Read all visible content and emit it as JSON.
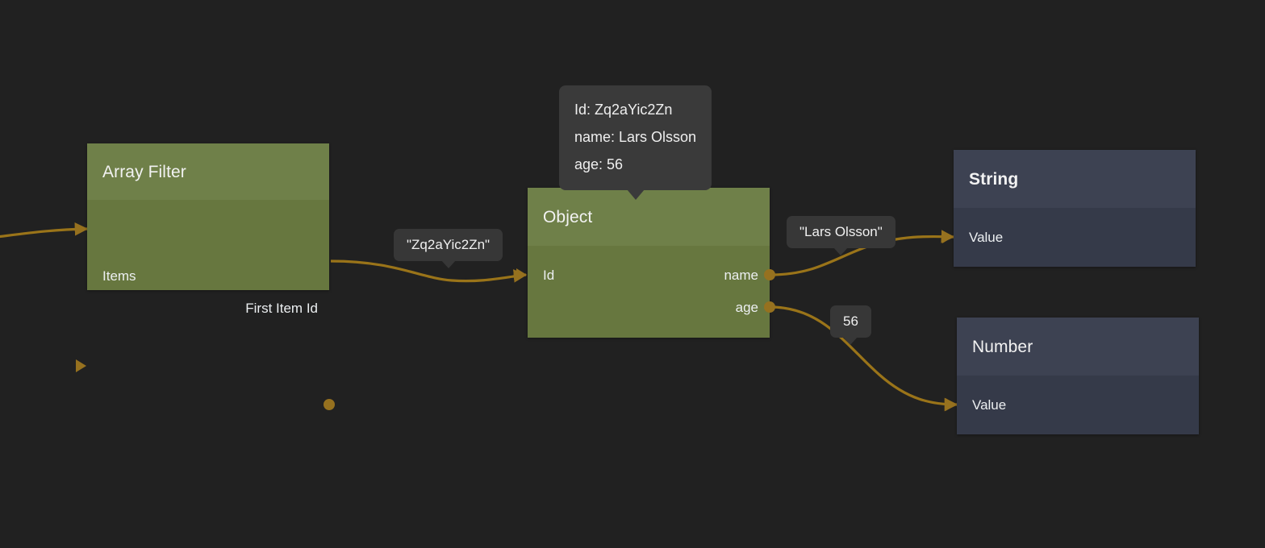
{
  "canvas": {
    "background_color": "#212121",
    "edge_color": "#9a7419",
    "socket_color": "#96711f"
  },
  "nodes": [
    {
      "id": "array-filter",
      "title": "Array Filter",
      "kind": "green",
      "inputs": [
        {
          "label": "Items"
        }
      ],
      "outputs": [
        {
          "label": "First Item Id"
        }
      ],
      "header_color": "#6f8049",
      "body_color": "#67773f"
    },
    {
      "id": "object",
      "title": "Object",
      "kind": "green",
      "inputs": [
        {
          "label": "Id"
        }
      ],
      "outputs": [
        {
          "label": "name"
        },
        {
          "label": "age"
        }
      ],
      "header_color": "#6f8049",
      "body_color": "#67773f"
    },
    {
      "id": "string",
      "title": "String",
      "kind": "dark",
      "inputs": [
        {
          "label": "Value"
        }
      ],
      "outputs": [],
      "header_color": "#3d4252",
      "body_color": "#353a49"
    },
    {
      "id": "number",
      "title": "Number",
      "kind": "dark",
      "inputs": [
        {
          "label": "Value"
        }
      ],
      "outputs": [],
      "header_color": "#3d4252",
      "body_color": "#353a49"
    }
  ],
  "edge_labels": [
    {
      "id": "edge-label-id",
      "text": "\"Zq2aYic2Zn\""
    },
    {
      "id": "edge-label-name",
      "text": "\"Lars Olsson\""
    },
    {
      "id": "edge-label-age",
      "text": "56"
    }
  ],
  "tooltip": {
    "lines": [
      "Id: Zq2aYic2Zn",
      "name: Lars Olsson",
      "age: 56"
    ]
  }
}
